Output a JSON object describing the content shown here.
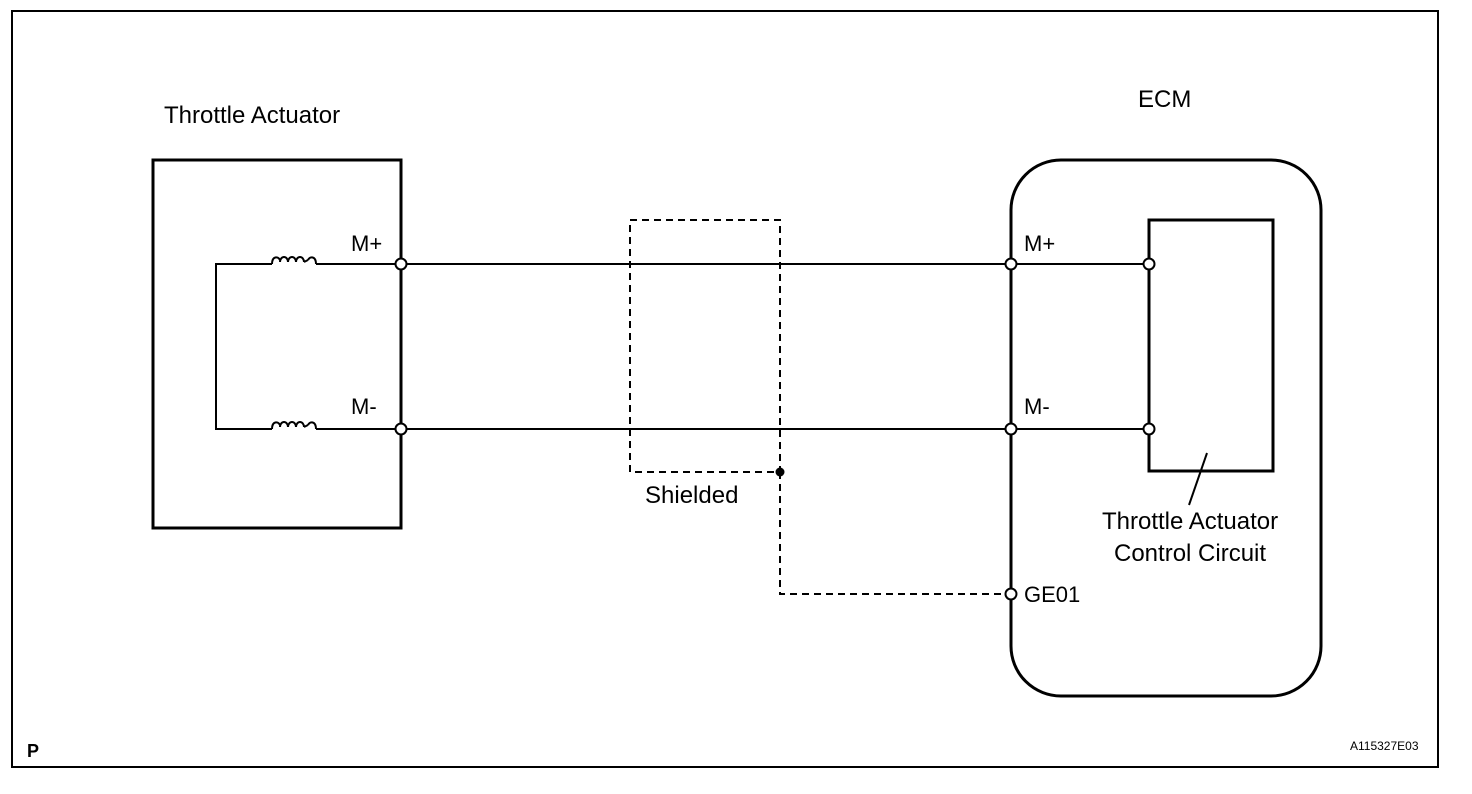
{
  "actuator": {
    "title": "Throttle Actuator",
    "pin_plus": "M+",
    "pin_minus": "M-"
  },
  "ecm": {
    "title": "ECM",
    "pin_plus": "M+",
    "pin_minus": "M-",
    "pin_ground": "GE01",
    "circuit_label_line1": "Throttle Actuator",
    "circuit_label_line2": "Control Circuit"
  },
  "shield": {
    "label": "Shielded"
  },
  "footer": {
    "corner_mark": "P",
    "figure_code": "A115327E03"
  }
}
